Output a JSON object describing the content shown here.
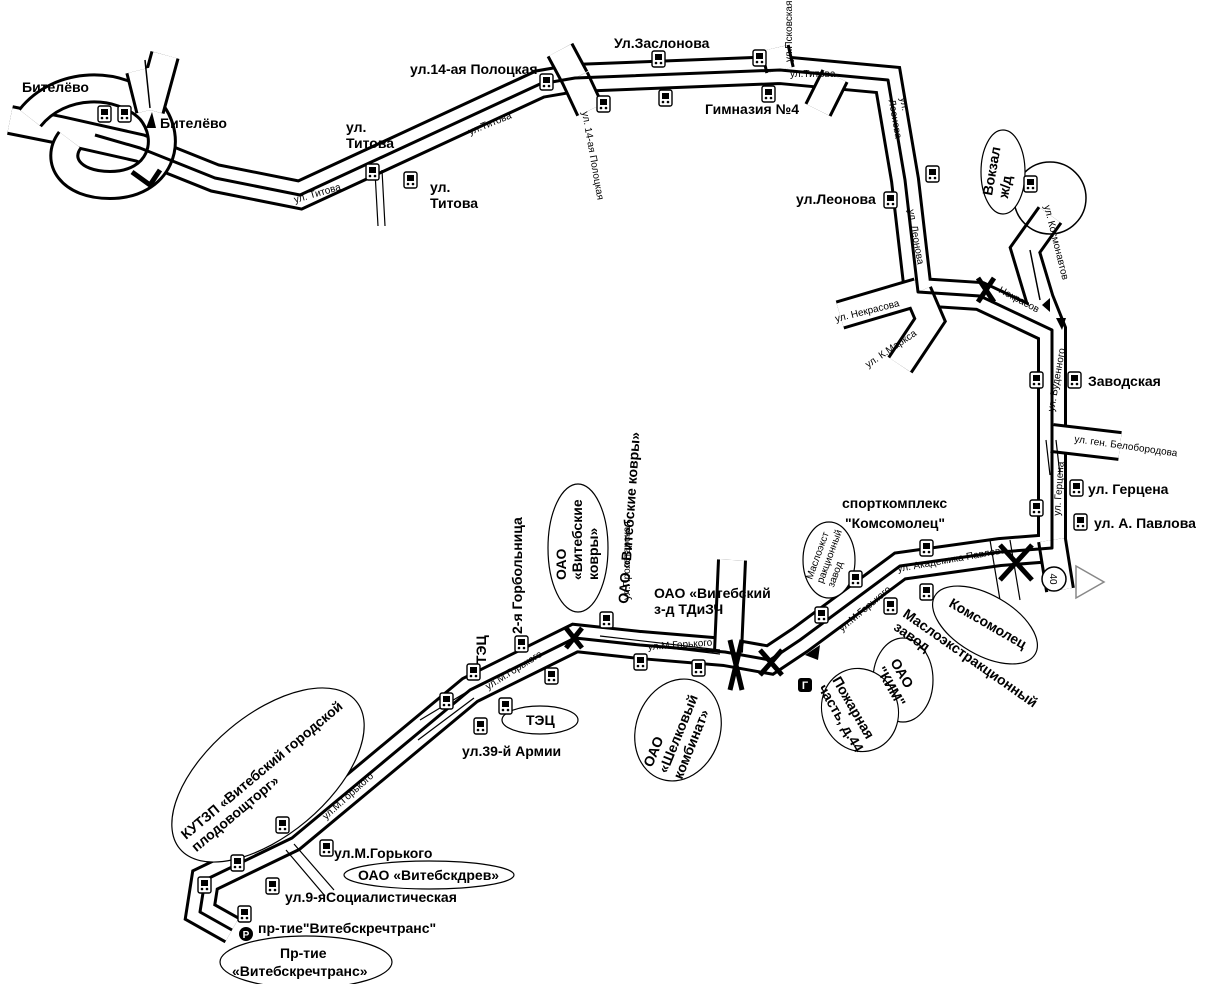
{
  "places": {
    "bitelevo_1": "Бителёво",
    "bitelevo_2": "Бителёво",
    "ul_titova_1": "ул.\nТитова",
    "ul_titova_2": "ул.\nТитова",
    "ul_14_polotskaya": "ул.14-ая Полоцкая",
    "ul_zaslonova": "Ул.Заслонова",
    "gimnaziya": "Гимназия №4",
    "ul_leonova": "ул.Леонова",
    "vokzal": "Вокзал\nж/д",
    "zavodskaya": "Заводская",
    "ul_gertsena": "ул. Герцена",
    "ul_a_pavlova": "ул. А. Павлова",
    "sport_1": "спорткомплекс",
    "sport_2": "\"Комсомолец\"",
    "komsomolets": "Комсомолец",
    "maslo_zavod": "Маслоэкстракционный\nзавод",
    "maslo_small": "Маслоэкст\nракционный\nзавод",
    "oao_kim": "ОАО\n\"КИМ\"",
    "pozharnaya": "Пожарная\nчасть, д.44",
    "oao_tdizch": "ОАО «Витебский\nз-д ТДиЗЧ",
    "shelkovy": "ОАО\n«Шелковый\nкомбинат»",
    "oao_kovry_ell": "ОАО\n«Витебские\nковры»",
    "oao_kovry_vert": "ОАО «Витебские ковры»",
    "gorbolnitsa": "2-я Горбольница",
    "tets_vert": "ТЭЦ",
    "tets_ell": "ТЭЦ",
    "ul_39_armii": "ул.39-й Армии",
    "kutzp": "КУТЗП «Витебский городской\nплодовощторг»",
    "ul_m_gorkogo_stop": "ул.М.Горького",
    "vitebskdrev": "ОАО «Витебскдрев»",
    "ul_9_sots": "ул.9-яСоциалистическая",
    "vitebskrechtrans": "пр-тие\"Витебскречтранс\"",
    "pr_tie_1": "Пр-тие",
    "pr_tie_2": "«Витебскречтранс»",
    "parking_letter": "P",
    "fire_letter": "Г",
    "road_40": "40"
  },
  "streets": {
    "titova_a": "ул. Титова",
    "titova_b": "ул.Титова",
    "titova_c": "ул.Титова",
    "pskovskaya": "ул.Псковская",
    "polotskaya_14": "ул. 14-ая Полоцкая",
    "leonova_a": "ул.\nЛеонова",
    "leonova_b": "ул. Леонова",
    "nekrasova_a": "ул. Некрасова",
    "nekrasova_b": "Некрасов",
    "k_marksa": "ул. К.Маркса",
    "kosmonavtov": "ул. Космонавтов",
    "budennogo": "ул. Буденного",
    "gen_beloborodova": "ул. ген. Белобородова",
    "gertsena": "ул. Герцена",
    "akademika_pavlova": "ул. Академика Павлова",
    "m_gorkogo_a": "ул.М.Горького",
    "m_gorkogo_b": "ул.М.Горького",
    "m_gorkogo_c": "ул.М.Горького",
    "m_gorkogo_d": "ул.М.Горького",
    "proletarskaya": "ул.Пролетарская"
  },
  "icons": {
    "bus_stop": "bus-stop-icon",
    "parking": "parking-icon",
    "fire_station": "fire-station-icon",
    "direction_sign": "direction-triangle-icon"
  }
}
